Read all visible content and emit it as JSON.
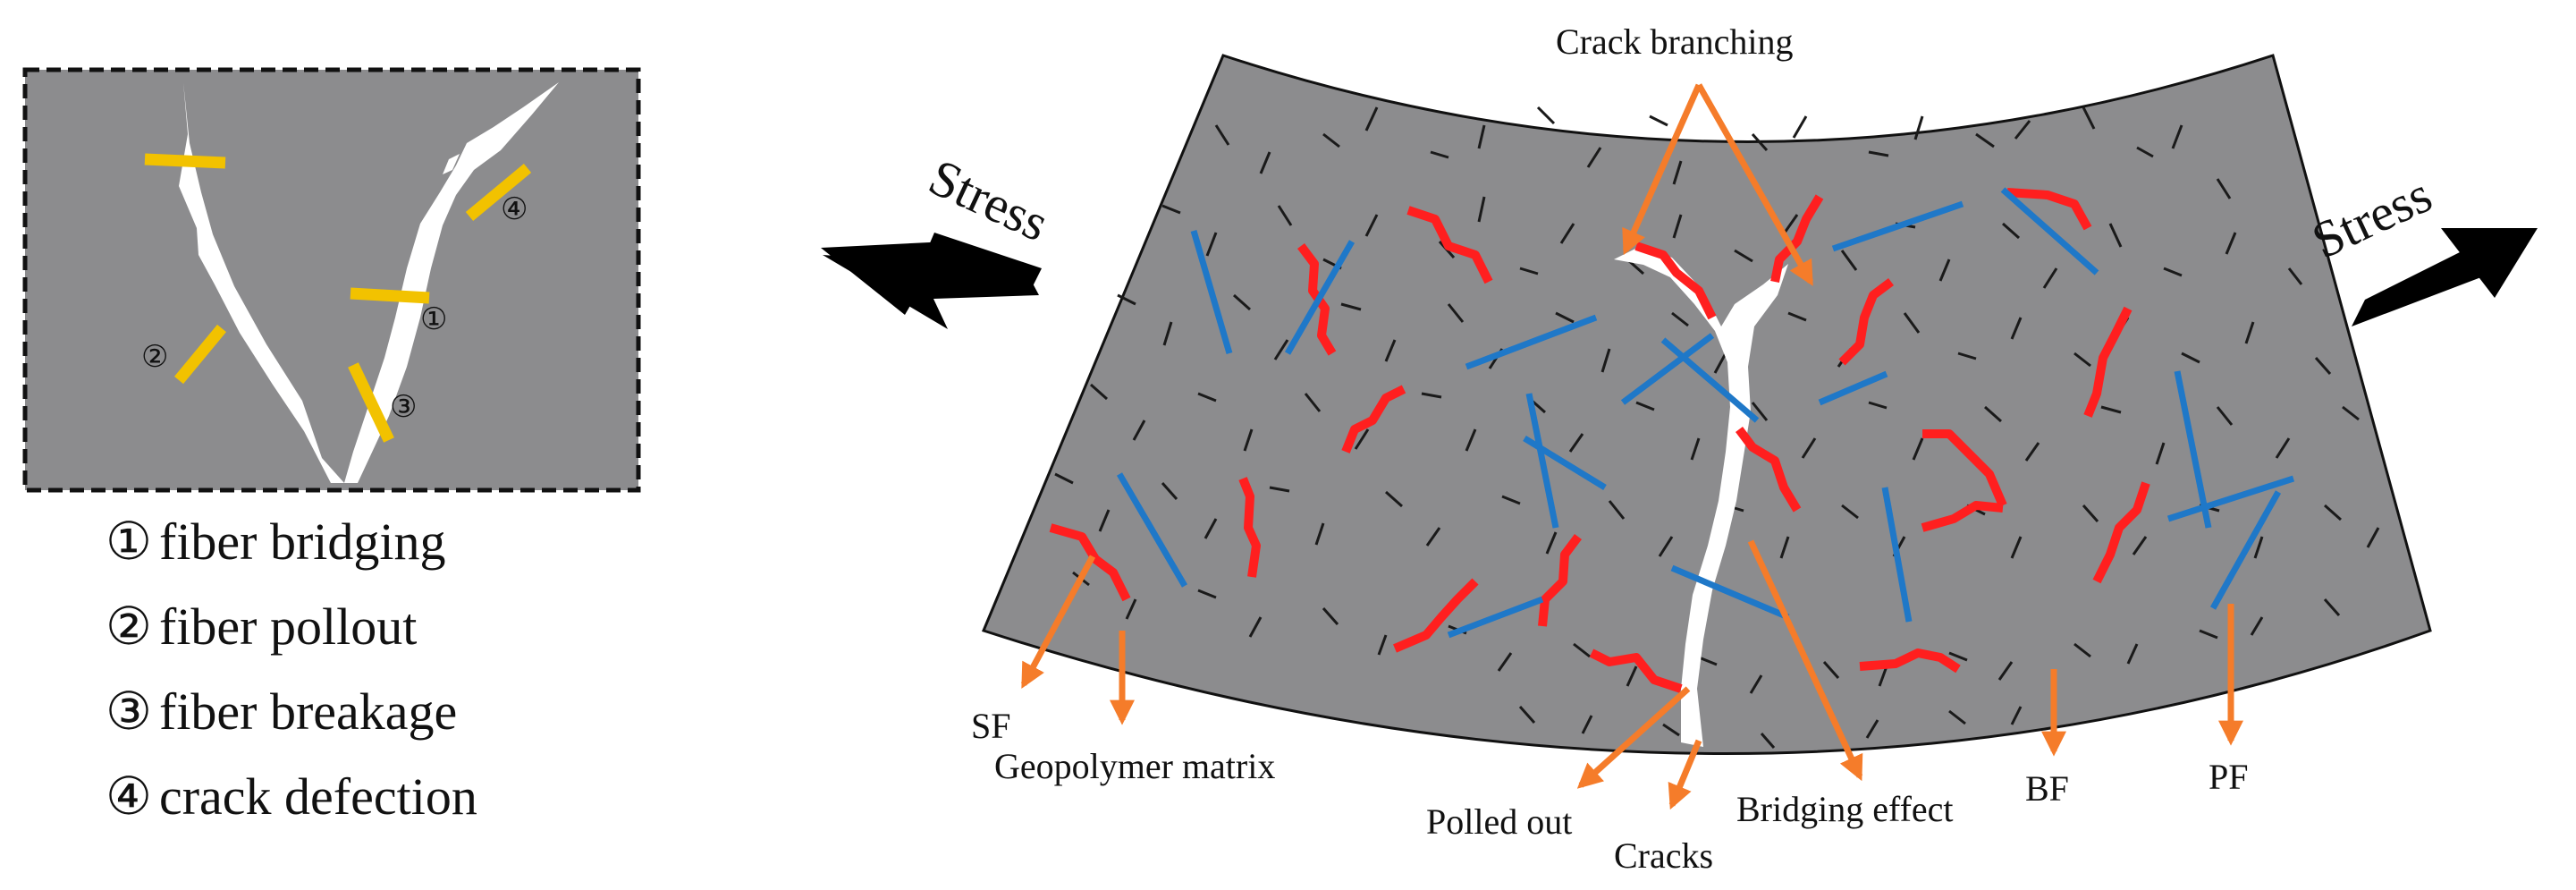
{
  "inset": {
    "markers": [
      "①",
      "②",
      "③",
      "④"
    ]
  },
  "legend": [
    {
      "symbol": "①",
      "text": "fiber bridging"
    },
    {
      "symbol": "②",
      "text": "fiber pollout"
    },
    {
      "symbol": "③",
      "text": "fiber breakage"
    },
    {
      "symbol": "④",
      "text": "crack defection"
    }
  ],
  "stress_labels": {
    "left": "Stress",
    "right": "Stress"
  },
  "callouts": {
    "crack_branching": "Crack branching",
    "sf": "SF",
    "geopolymer_matrix": "Geopolymer matrix",
    "polled_out": "Polled out",
    "cracks": "Cracks",
    "bridging_effect": "Bridging effect",
    "bf": "BF",
    "pf": "PF"
  },
  "colors": {
    "matrix": "#8c8c8e",
    "steel_fiber": "#ff1f1f",
    "basalt_fiber": "#1f78c8",
    "pp_fiber": "#1a1a1a",
    "inset_fiber": "#f2c200",
    "crack": "#ffffff",
    "callout_arrow": "#f57c2a"
  }
}
